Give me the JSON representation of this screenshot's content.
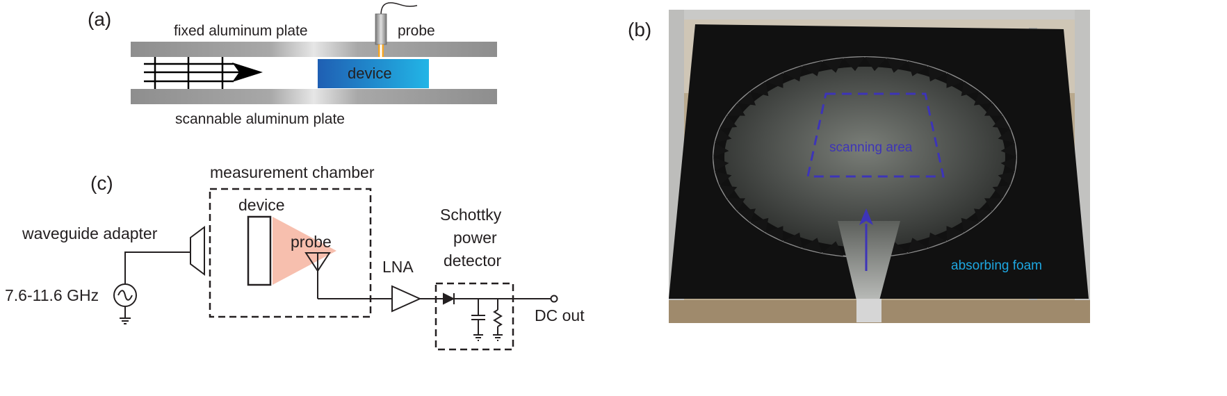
{
  "panel_a": {
    "tag": "(a)",
    "top_plate": "fixed aluminum plate",
    "probe": "probe",
    "device": "device",
    "bottom_plate": "scannable aluminum plate"
  },
  "panel_b": {
    "tag": "(b)",
    "scanning_area": "scanning area",
    "absorbing_foam": "absorbing foam"
  },
  "panel_c": {
    "tag": "(c)",
    "chamber": "measurement chamber",
    "device": "device",
    "probe": "probe",
    "adapter": "waveguide adapter",
    "frequency": "7.6-11.6 GHz",
    "lna": "LNA",
    "detector_1": "Schottky",
    "detector_2": "power",
    "detector_3": "detector",
    "dc_out": "DC out"
  },
  "colors": {
    "text": "#231f20",
    "plate": "#9c9c9c",
    "device_dark": "#1f5fb3",
    "device_light": "#22b5e6",
    "probe_tip": "#f5a623",
    "probe_cone": "#f7bfae",
    "scan_box": "#3d34b8",
    "foam_label": "#1ea7e1"
  }
}
